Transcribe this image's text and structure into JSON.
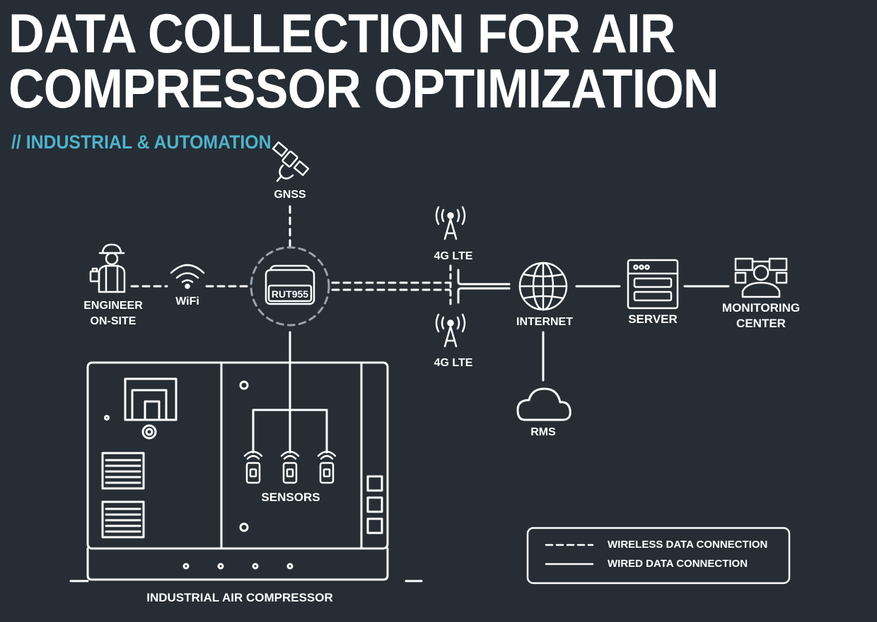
{
  "header": {
    "title_line1": "DATA COLLECTION FOR AIR",
    "title_line2": "COMPRESSOR OPTIMIZATION",
    "subtitle": "// INDUSTRIAL & AUTOMATION"
  },
  "nodes": {
    "gnss": "GNSS",
    "engineer_line1": "ENGINEER",
    "engineer_line2": "ON-SITE",
    "wifi": "WiFi",
    "router": "RUT955",
    "lte_top": "4G LTE",
    "lte_bottom": "4G LTE",
    "internet": "INTERNET",
    "server": "SERVER",
    "monitoring_line1": "MONITORING",
    "monitoring_line2": "CENTER",
    "rms": "RMS",
    "sensors": "SENSORS",
    "compressor": "INDUSTRIAL AIR COMPRESSOR"
  },
  "legend": {
    "wireless": "WIRELESS DATA CONNECTION",
    "wired": "WIRED DATA CONNECTION"
  },
  "colors": {
    "background": "#262d35",
    "foreground": "#ffffff",
    "accent": "#4fb3cc",
    "router_ring": "#9aa3ab"
  }
}
